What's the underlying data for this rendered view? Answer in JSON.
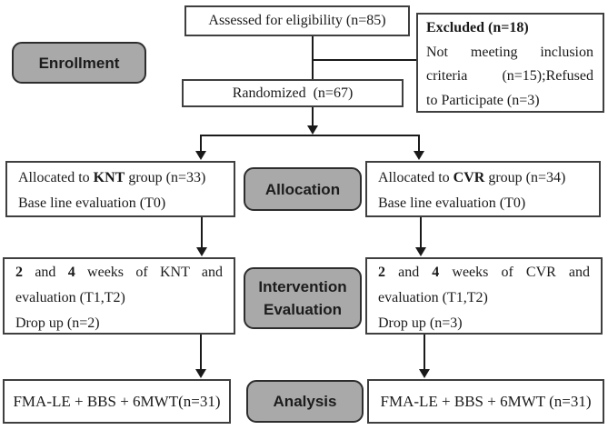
{
  "colors": {
    "background": "#ffffff",
    "stage_fill": "#a9a9a9",
    "stage_border": "#2d2d2d",
    "box_border": "#3f3f3f",
    "connector": "#1a1a1a",
    "text": "#1a1a1a"
  },
  "diagram": {
    "stages": {
      "enrollment": "Enrollment",
      "allocation": "Allocation",
      "intervention_line1": "Intervention",
      "intervention_line2": "Evaluation",
      "analysis": "Analysis"
    },
    "boxes": {
      "assessed": {
        "text": "Assessed for eligibility (n=85)"
      },
      "excluded": {
        "title": "Excluded (n=18)",
        "line1": "Not meeting inclusion",
        "line2": "criteria (n=15);Refused",
        "line3": "to Participate (n=3)"
      },
      "randomized": {
        "text": "Randomized  (n=67)"
      },
      "alloc_knt": {
        "pre": "Allocated to ",
        "group": "KNT",
        "post": " group (n=33)",
        "line2": "Base line evaluation (T0)"
      },
      "alloc_cvr": {
        "pre": "Allocated to ",
        "group": "CVR",
        "post": " group (n=34)",
        "line2": "Base line evaluation (T0)"
      },
      "interv_knt": {
        "b1": "2",
        "mid": " and ",
        "b2": "4",
        "rest": " weeks of KNT and",
        "line2": "evaluation (T1,T2)",
        "line3": "Drop up (n=2)"
      },
      "interv_cvr": {
        "b1": "2",
        "mid": " and ",
        "b2": "4",
        "rest": " weeks of CVR and",
        "line2": "evaluation (T1,T2)",
        "line3": "Drop up (n=3)"
      },
      "analysis_knt": {
        "text": "FMA-LE + BBS + 6MWT(n=31)"
      },
      "analysis_cvr": {
        "text": "FMA-LE + BBS + 6MWT (n=31)"
      }
    }
  }
}
